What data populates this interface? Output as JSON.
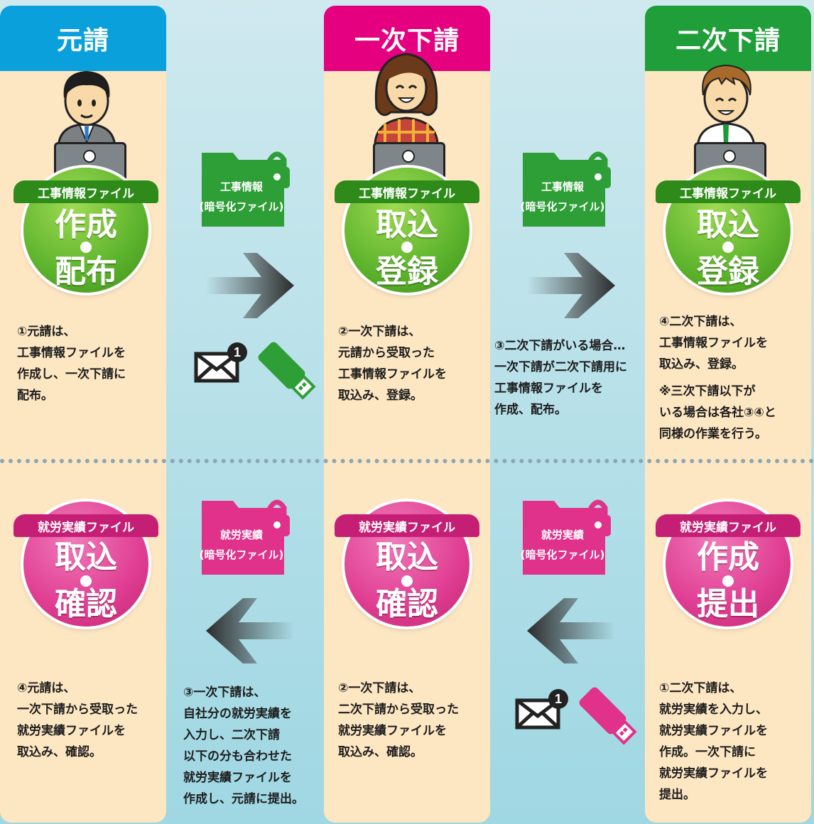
{
  "columns": [
    {
      "title": "元請",
      "color": "#0aa0dc"
    },
    {
      "title": "一次下請",
      "color": "#e4007f"
    },
    {
      "title": "二次下請",
      "color": "#1f9e3a"
    }
  ],
  "top_badges": [
    {
      "ribbon": "工事情報ファイル",
      "line1": "作成",
      "line2": "配布"
    },
    {
      "ribbon": "工事情報ファイル",
      "line1": "取込",
      "line2": "登録"
    },
    {
      "ribbon": "工事情報ファイル",
      "line1": "取込",
      "line2": "登録"
    }
  ],
  "bottom_badges": [
    {
      "ribbon": "就労実績ファイル",
      "line1": "取込",
      "line2": "確認"
    },
    {
      "ribbon": "就労実績ファイル",
      "line1": "取込",
      "line2": "確認"
    },
    {
      "ribbon": "就労実績ファイル",
      "line1": "作成",
      "line2": "提出"
    }
  ],
  "folders": {
    "top": {
      "line1": "工事情報",
      "line2": "(暗号化ファイル)",
      "color": "#2e9e36"
    },
    "bottom": {
      "line1": "就労実績",
      "line2": "(暗号化ファイル)",
      "color": "#e0318b"
    }
  },
  "mail_count": "1",
  "top_desc": {
    "col1": "①元請は、\n工事情報ファイルを\n作成し、一次下請に\n配布。",
    "col2": "②一次下請は、\n元請から受取った\n工事情報ファイルを\n取込み、登録。",
    "mid": "③二次下請がいる場合…\n一次下請が二次下請用に\n工事情報ファイルを\n作成、配布。",
    "col3": "④二次下請は、\n工事情報ファイルを\n取込み、登録。",
    "note": "※三次下請以下が\nいる場合は各社③④と\n同様の作業を行う。"
  },
  "bottom_desc": {
    "col1": "④元請は、\n一次下請から受取った\n就労実績ファイルを\n取込み、確認。",
    "left_mid": "③一次下請は、\n自社分の就労実績を\n入力し、二次下請\n以下の分も合わせた\n就労実績ファイルを\n作成し、元請に提出。",
    "col2": "②一次下請は、\n二次下請から受取った\n就労実績ファイルを\n取込み、確認。",
    "col3": "①二次下請は、\n就労実績を入力し、\n就労実績ファイルを\n作成。一次下請に\n就労実績ファイルを\n提出。"
  }
}
